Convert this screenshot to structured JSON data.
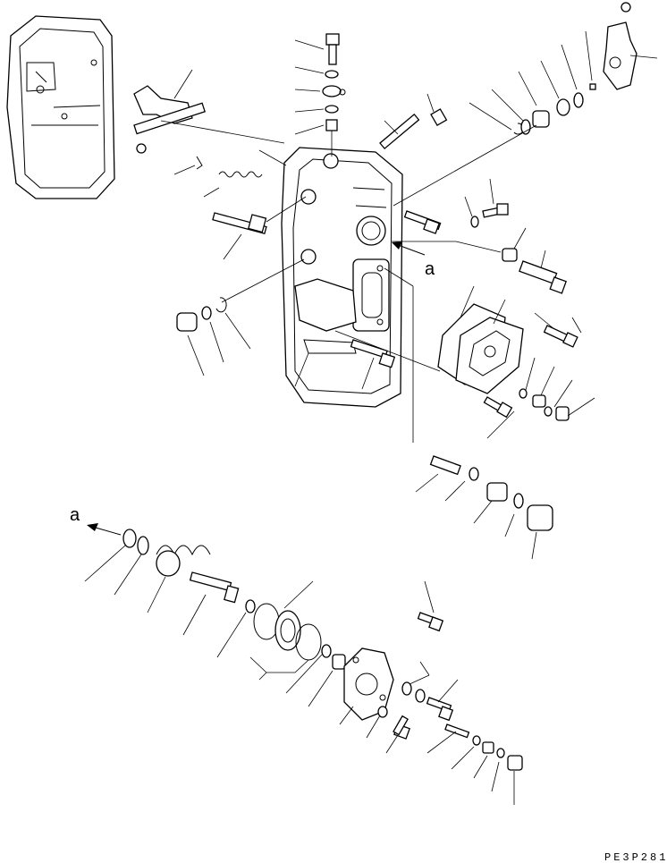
{
  "diagram": {
    "callout_a_upper": "a",
    "callout_a_lower": "a",
    "figure_code": "PE3P281"
  }
}
